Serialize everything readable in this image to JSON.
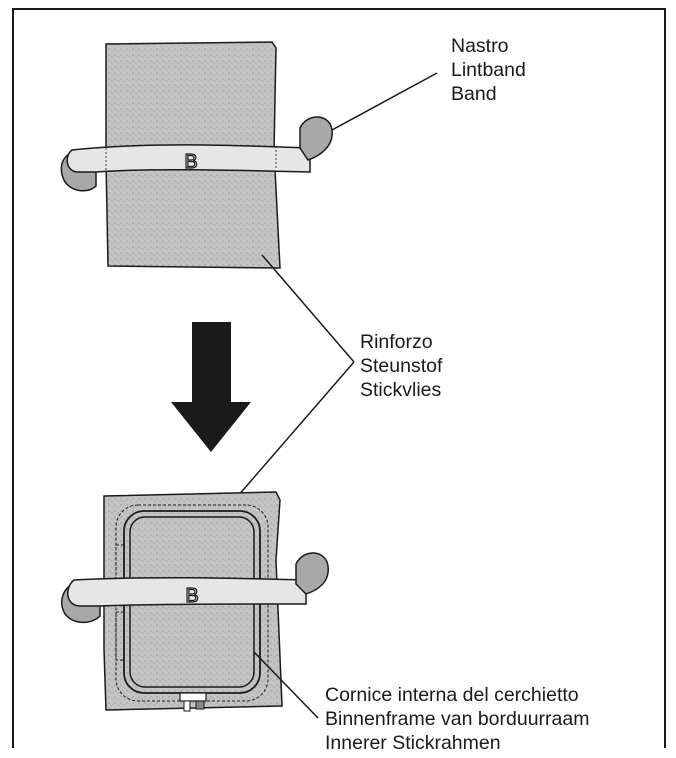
{
  "labels": {
    "band": [
      "Nastro",
      "Lintband",
      "Band"
    ],
    "stabilizer": [
      "Rinforzo",
      "Steunstof",
      "Stickvlies"
    ],
    "inner_frame": [
      "Cornice interna del cerchietto",
      "Binnenframe van borduurraam",
      "Innerer Stickrahmen"
    ]
  },
  "band_letter": "B",
  "colors": {
    "line": "#1a1a1a",
    "fabric": "#bdbdbd",
    "band_fill": "#e8e8e8",
    "band_curl": "#a8a8a8",
    "arrow": "#1a1a1a",
    "background": "#ffffff"
  }
}
